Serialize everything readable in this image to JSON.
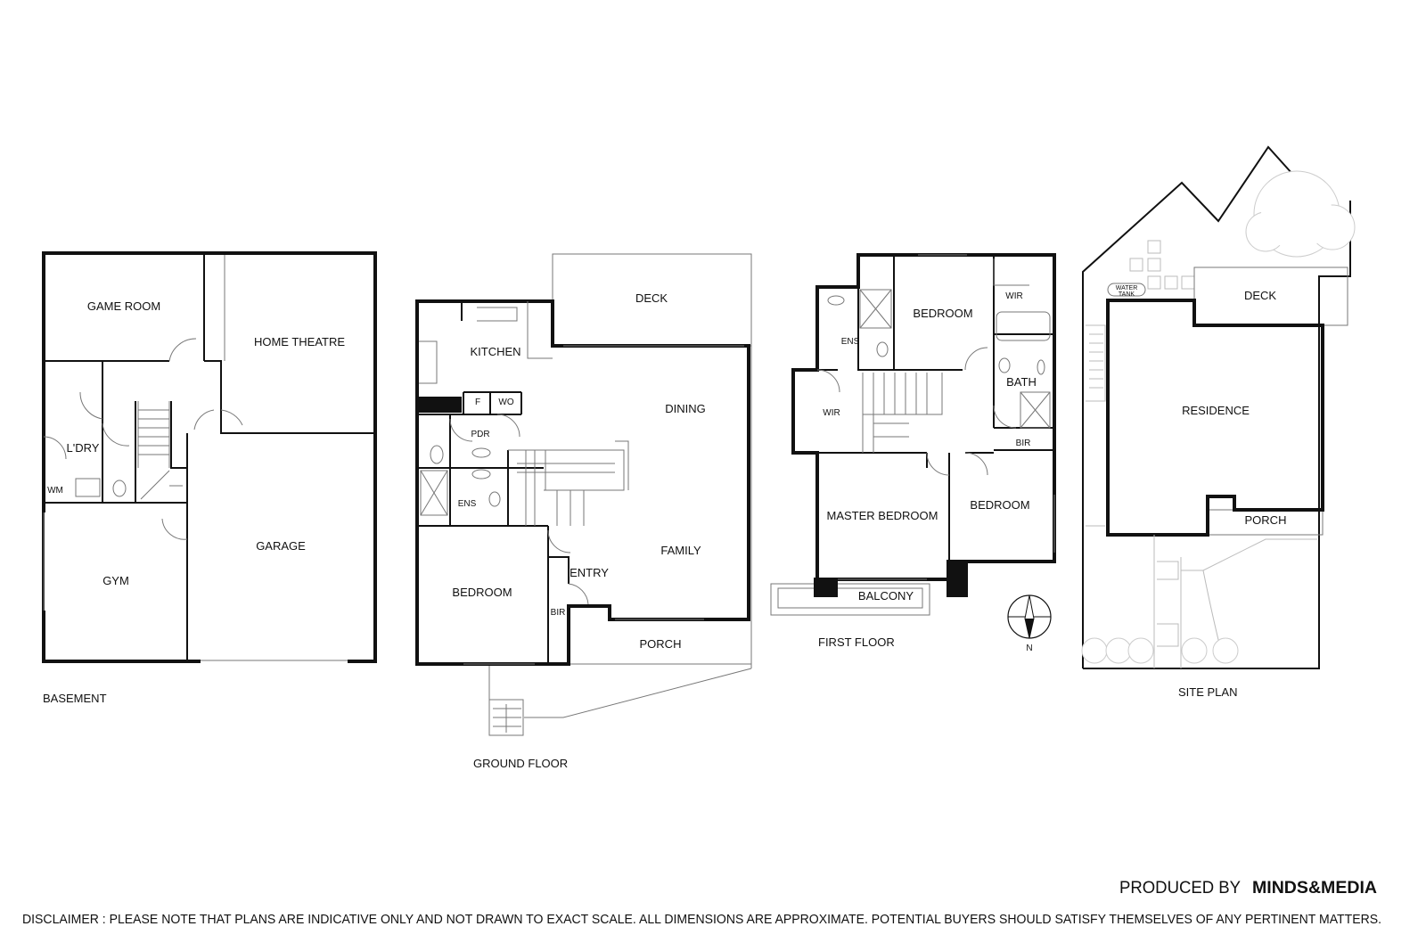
{
  "plans": {
    "basement": {
      "caption": "BASEMENT",
      "rooms": [
        "GAME ROOM",
        "HOME THEATRE",
        "L'DRY",
        "WM",
        "GYM",
        "GARAGE"
      ]
    },
    "ground_floor": {
      "caption": "GROUND FLOOR",
      "rooms": [
        "DECK",
        "KITCHEN",
        "F",
        "WO",
        "DINING",
        "PDR",
        "ENS",
        "FAMILY",
        "ENTRY",
        "BEDROOM",
        "BIR",
        "PORCH"
      ]
    },
    "first_floor": {
      "caption": "FIRST FLOOR",
      "rooms": [
        "BEDROOM",
        "WIR",
        "ENS",
        "BATH",
        "WIR",
        "BIR",
        "MASTER BEDROOM",
        "BEDROOM",
        "BALCONY"
      ],
      "compass_label": "N"
    },
    "site_plan": {
      "caption": "SITE PLAN",
      "rooms": [
        "DECK",
        "RESIDENCE",
        "PORCH"
      ],
      "water_tank": [
        "WATER",
        "TANK"
      ]
    }
  },
  "footer": {
    "produced_by": "PRODUCED BY",
    "logo": "MINDS&MEDIA",
    "disclaimer": "DISCLAIMER : PLEASE NOTE THAT PLANS ARE INDICATIVE ONLY AND NOT DRAWN TO EXACT SCALE. ALL DIMENSIONS ARE APPROXIMATE. POTENTIAL BUYERS SHOULD SATISFY THEMSELVES OF ANY PERTINENT MATTERS."
  }
}
